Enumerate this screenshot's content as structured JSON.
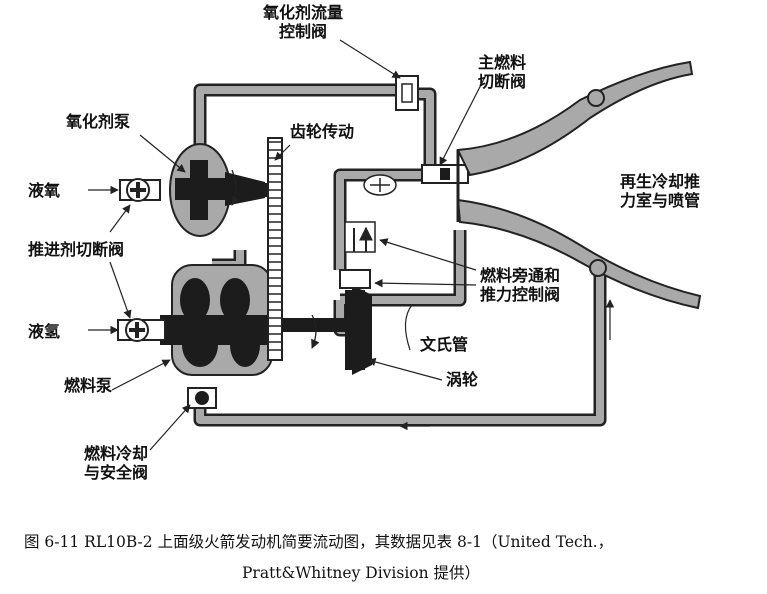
{
  "labels": {
    "oxidizer_flow_valve": "氧化剂流量\n控制阀",
    "main_fuel_shutoff": "主燃料\n切断阀",
    "oxidizer_pump": "氧化剂泵",
    "gear_drive": "齿轮传动",
    "liquid_oxygen": "液氧",
    "propellant_shutoff": "推进剂切断阀",
    "liquid_hydrogen": "液氢",
    "fuel_pump": "燃料泵",
    "fuel_cooling_safety": "燃料冷却\n与安全阀",
    "regen_chamber": "再生冷却推\n力室与喷管",
    "fuel_bypass": "燃料旁通和\n推力控制阀",
    "venturi": "文氏管",
    "turbine": "涡轮"
  },
  "caption": {
    "line1": "图 6-11   RL10B-2 上面级火箭发动机简要流动图，其数据见表 8-1（United Tech.，",
    "line2": "Pratt&Whitney Division 提供）"
  },
  "colors": {
    "pipe": "#a9a9a9",
    "outline": "#222222",
    "dark": "#1c1c1c",
    "background": "#ffffff"
  }
}
